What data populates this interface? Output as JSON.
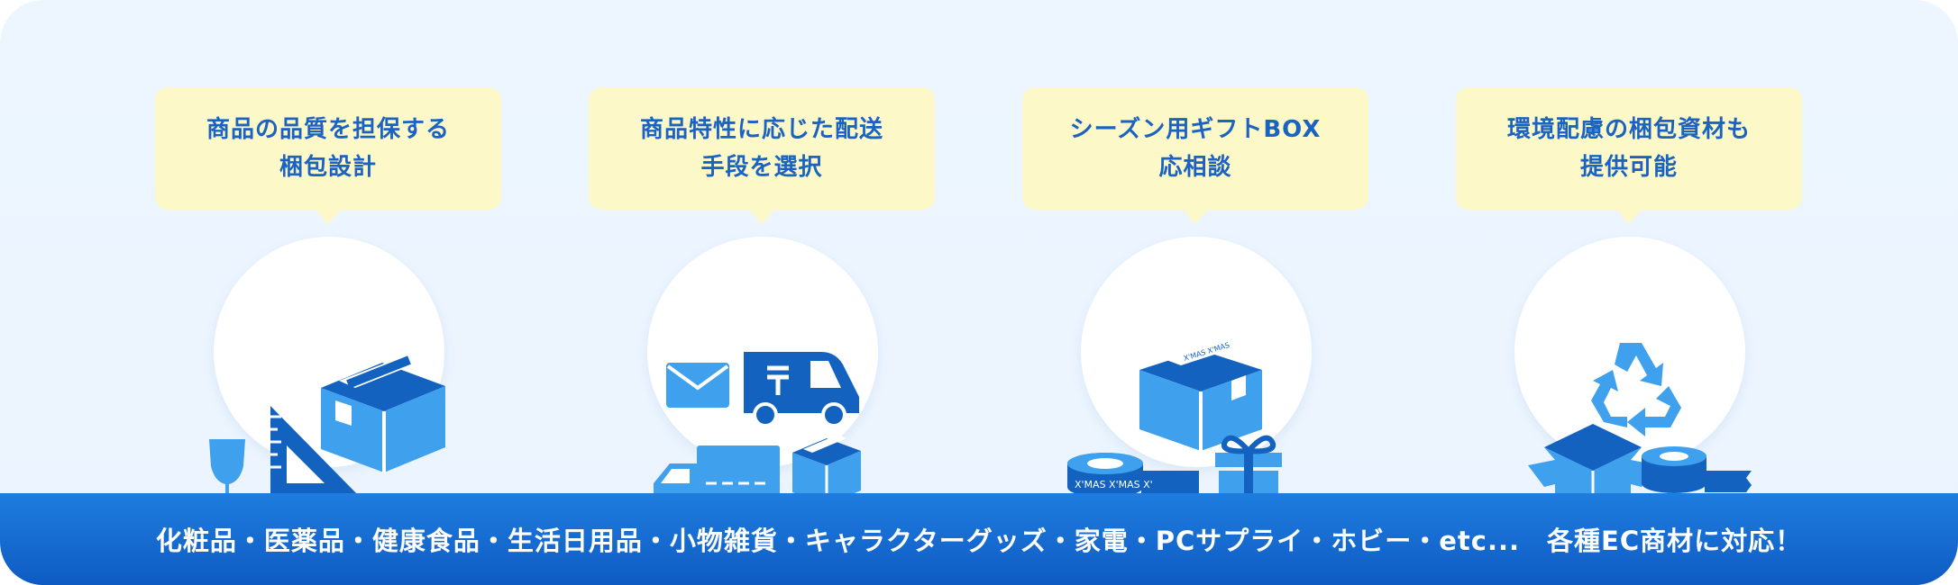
{
  "features": [
    {
      "line1": "商品の品質を担保する",
      "line2": "梱包設計",
      "icon": "packaging-design-icon"
    },
    {
      "line1": "商品特性に応じた配送",
      "line2": "手段を選択",
      "icon": "delivery-method-icon"
    },
    {
      "line1": "シーズン用ギフトBOX",
      "line2": "応相談",
      "icon": "seasonal-gift-icon"
    },
    {
      "line1": "環境配慮の梱包資材も",
      "line2": "提供可能",
      "icon": "eco-packaging-icon"
    }
  ],
  "illustration_text": {
    "xmas_tape": "X'MAS X'MAS X'",
    "xmas_box_tape": "X'MAS X'MAS"
  },
  "bottom_bar": {
    "text": "化粧品・医薬品・健康食品・生活日用品・小物雑貨・キャラクターグッズ・家電・PCサプライ・ホビー・etc...　各種EC商材に対応！"
  },
  "colors": {
    "background": "#edf6ff",
    "bubble": "#fdf8c7",
    "bubble_text": "#1a63c2",
    "icon_light": "#3fa0ee",
    "icon_dark": "#1462c0",
    "bar": "#1a6fd4"
  }
}
